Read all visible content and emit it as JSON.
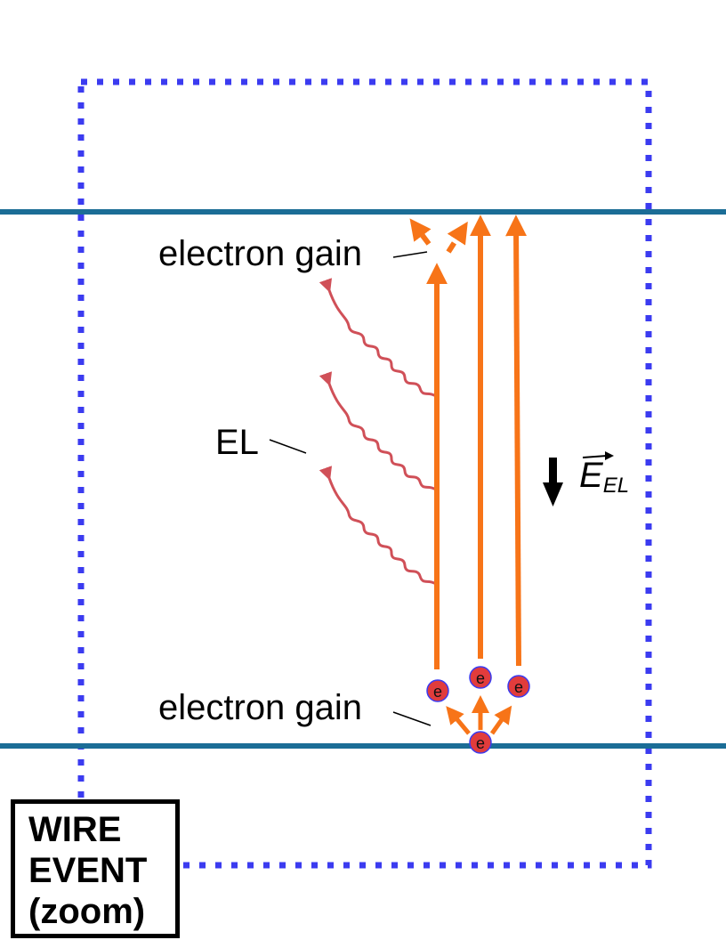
{
  "diagram": {
    "colors": {
      "frame": "#3b3bf0",
      "plane": "#1b6d96",
      "electron_path": "#f77418",
      "photon": "#c8323c",
      "electron": "#e13c3c",
      "field_arrow": "#000000"
    },
    "labels": {
      "gain_top": "electron gain",
      "gain_bottom": "electron gain",
      "el": "EL",
      "field_symbol": "E",
      "field_subscript": "EL",
      "electron": "e"
    },
    "zoom_box": {
      "text": "WIRE\nEVENT\n(zoom)"
    },
    "icons": {
      "electron": "electron-icon",
      "photon": "photon-wave-icon",
      "field": "down-arrow-icon"
    }
  }
}
